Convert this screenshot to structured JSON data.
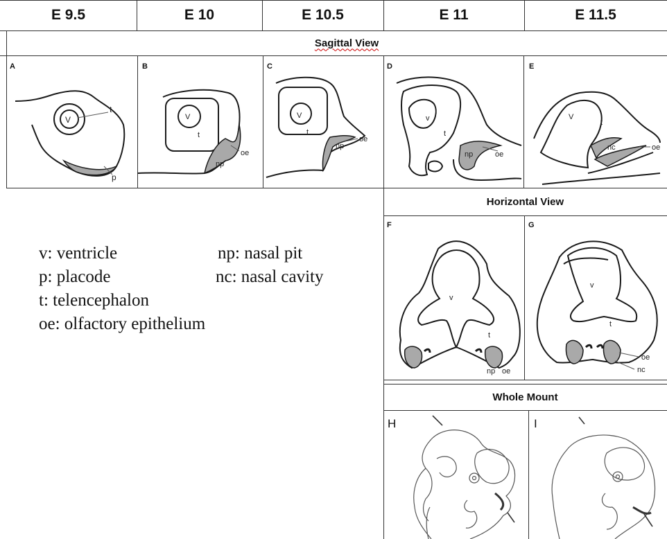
{
  "stages": [
    "E 9.5",
    "E 10",
    "E 10.5",
    "E 11",
    "E 11.5"
  ],
  "sections": {
    "sagittal": "Sagittal View",
    "horizontal": "Horizontal View",
    "whole_mount": "Whole Mount"
  },
  "panels": {
    "A": {
      "letter": "A",
      "labels": [
        "V",
        "t",
        "p"
      ]
    },
    "B": {
      "letter": "B",
      "labels": [
        "V",
        "t",
        "oe",
        "np"
      ]
    },
    "C": {
      "letter": "C",
      "labels": [
        "V",
        "t",
        "oe",
        "np"
      ]
    },
    "D": {
      "letter": "D",
      "labels": [
        "v",
        "t",
        "np",
        "oe"
      ]
    },
    "E": {
      "letter": "E",
      "labels": [
        "V",
        "t",
        "nc",
        "oe"
      ]
    },
    "F": {
      "letter": "F",
      "labels": [
        "v",
        "t",
        "np",
        "oe"
      ]
    },
    "G": {
      "letter": "G",
      "labels": [
        "v",
        "t",
        "oe",
        "nc"
      ]
    },
    "H": {
      "letter": "H"
    },
    "I": {
      "letter": "I"
    }
  },
  "legend": [
    "v: ventricle",
    "np: nasal pit",
    "p: placode",
    "nc: nasal cavity",
    "t: telencephalon",
    "oe: olfactory epithelium"
  ],
  "colors": {
    "shading": "#a9a9a9",
    "line": "#1a1a1a",
    "grid": "#333333"
  }
}
